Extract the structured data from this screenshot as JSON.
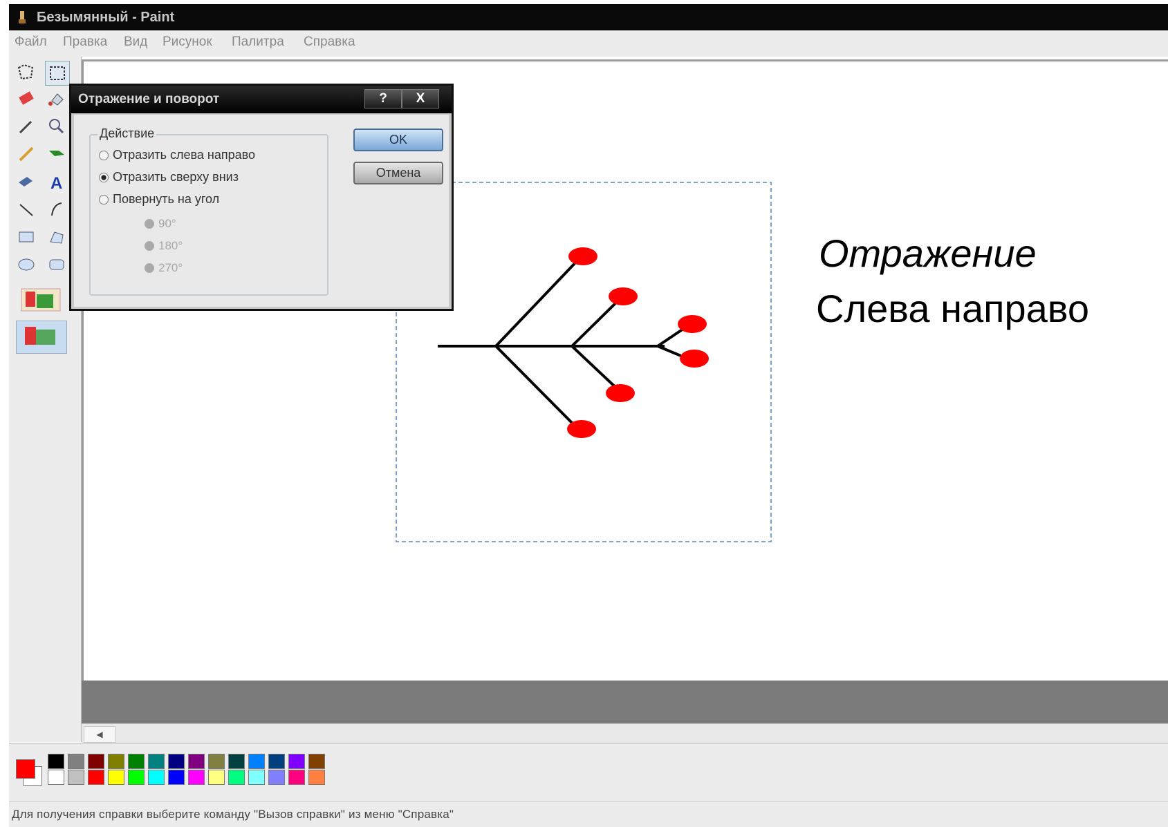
{
  "window": {
    "title": "Безымянный - Paint"
  },
  "menu": {
    "items": [
      "Файл",
      "Правка",
      "Вид",
      "Рисунок",
      "Палитра",
      "Справка"
    ]
  },
  "tools": [
    "free-select",
    "rect-select",
    "eraser",
    "fill",
    "color-picker",
    "magnifier",
    "pencil",
    "brush",
    "airbrush",
    "text",
    "line",
    "curve",
    "rectangle",
    "polygon",
    "ellipse",
    "rounded-rect"
  ],
  "dialog": {
    "title": "Отражение и поворот",
    "help_label": "?",
    "close_label": "X",
    "group_label": "Действие",
    "options": [
      "Отразить слева направо",
      "Отразить сверху вниз",
      "Повернуть на угол"
    ],
    "selected_option": "Отразить сверху вниз",
    "angles": [
      "90°",
      "180°",
      "270°"
    ],
    "ok_label": "OK",
    "cancel_label": "Отмена"
  },
  "caption": {
    "line1": "Отражение",
    "line2": "Слева направо"
  },
  "palette": {
    "primary": "#ff0000",
    "secondary": "#ffffff",
    "top_row": [
      "#000000",
      "#808080",
      "#800000",
      "#808000",
      "#008000",
      "#008080",
      "#000080",
      "#800080",
      "#808040",
      "#004040",
      "#0080ff",
      "#004080",
      "#8000ff",
      "#804000"
    ],
    "bottom_row": [
      "#ffffff",
      "#c0c0c0",
      "#ff0000",
      "#ffff00",
      "#00ff00",
      "#00ffff",
      "#0000ff",
      "#ff00ff",
      "#ffff80",
      "#00ff80",
      "#80ffff",
      "#8080ff",
      "#ff0080",
      "#ff8040"
    ]
  },
  "status": {
    "text": "Для получения справки выберите команду \"Вызов справки\" из меню \"Справка\""
  },
  "drawing": {
    "line_color": "#000000",
    "node_color": "#ff0000"
  }
}
